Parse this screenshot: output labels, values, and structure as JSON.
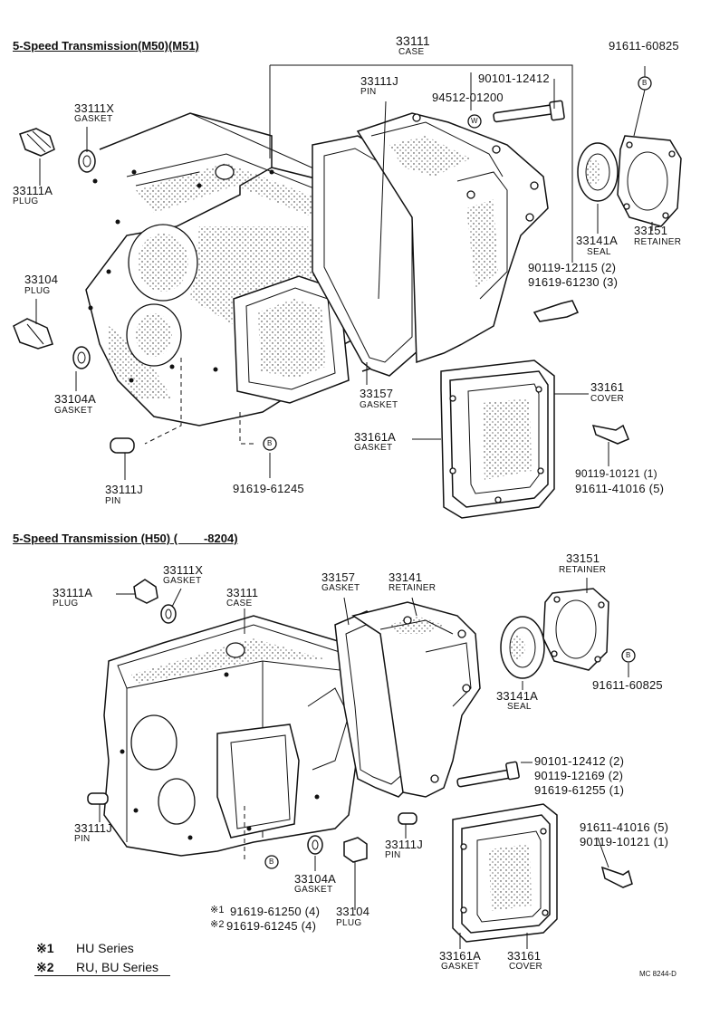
{
  "section_top": {
    "title": "5-Speed Transmission(M50)(M51)",
    "labels": {
      "case_pn": "33111",
      "case_nm": "CASE",
      "pin_pn": "33111J",
      "pin_nm": "PIN",
      "bolt1_pn": "90101-12412",
      "washer_pn": "94512-01200",
      "w_badge": "W",
      "b_ret_pn": "91611-60825",
      "b_badge": "B",
      "gasket_x_pn": "33111X",
      "gasket_x_nm": "GASKET",
      "plug_a_pn": "33111A",
      "plug_a_nm": "PLUG",
      "plug_pn": "33104",
      "plug_nm": "PLUG",
      "gasket_a_pn": "33104A",
      "gasket_a_nm": "GASKET",
      "pin2_pn": "33111J",
      "pin2_nm": "PIN",
      "seal_pn": "33141A",
      "seal_nm": "SEAL",
      "retainer_pn": "33151",
      "retainer_nm": "RETAINER",
      "bolt_a": "90119-12115 (2)",
      "bolt_b": "91619-61230 (3)",
      "gasket157_pn": "33157",
      "gasket157_nm": "GASKET",
      "cover_pn": "33161",
      "cover_nm": "COVER",
      "cgasket_pn": "33161A",
      "cgasket_nm": "GASKET",
      "bolt_c": "90119-10121 (1)",
      "bolt_d": "91611-41016 (5)",
      "b_badge2": "B",
      "b2_pn": "91619-61245"
    }
  },
  "section_bottom": {
    "title": "5-Speed Transmission (H50) (        -8204)",
    "labels": {
      "plug_a_pn": "33111A",
      "plug_a_nm": "PLUG",
      "gasket_x_pn": "33111X",
      "gasket_x_nm": "GASKET",
      "case_pn": "33111",
      "case_nm": "CASE",
      "gasket157_pn": "33157",
      "gasket157_nm": "GASKET",
      "retainer141_pn": "33141",
      "retainer141_nm": "RETAINER",
      "retainer151_pn": "33151",
      "retainer151_nm": "RETAINER",
      "b_badge": "B",
      "b_pn": "91611-60825",
      "seal_pn": "33141A",
      "seal_nm": "SEAL",
      "bolt_a": "90101-12412 (2)",
      "bolt_b": "90119-12169 (2)",
      "bolt_c": "91619-61255 (1)",
      "bolt_d": "91611-41016 (5)",
      "bolt_e": "90119-10121 (1)",
      "pin_l_pn": "33111J",
      "pin_l_nm": "PIN",
      "pin_r_pn": "33111J",
      "pin_r_nm": "PIN",
      "b_badge2": "B",
      "gasket_a_pn": "33104A",
      "gasket_a_nm": "GASKET",
      "plug_pn": "33104",
      "plug_nm": "PLUG",
      "note1_ref": "※1",
      "note1_pn": "91619-61250 (4)",
      "note2_ref": "※2",
      "note2_pn": "91619-61245 (4)",
      "cgasket_pn": "33161A",
      "cgasket_nm": "GASKET",
      "cover_pn": "33161",
      "cover_nm": "COVER"
    }
  },
  "legend": [
    {
      "mark": "※1",
      "text": "HU Series"
    },
    {
      "mark": "※2",
      "text": "RU, BU Series"
    }
  ],
  "footer_code": "MC 8244-D"
}
